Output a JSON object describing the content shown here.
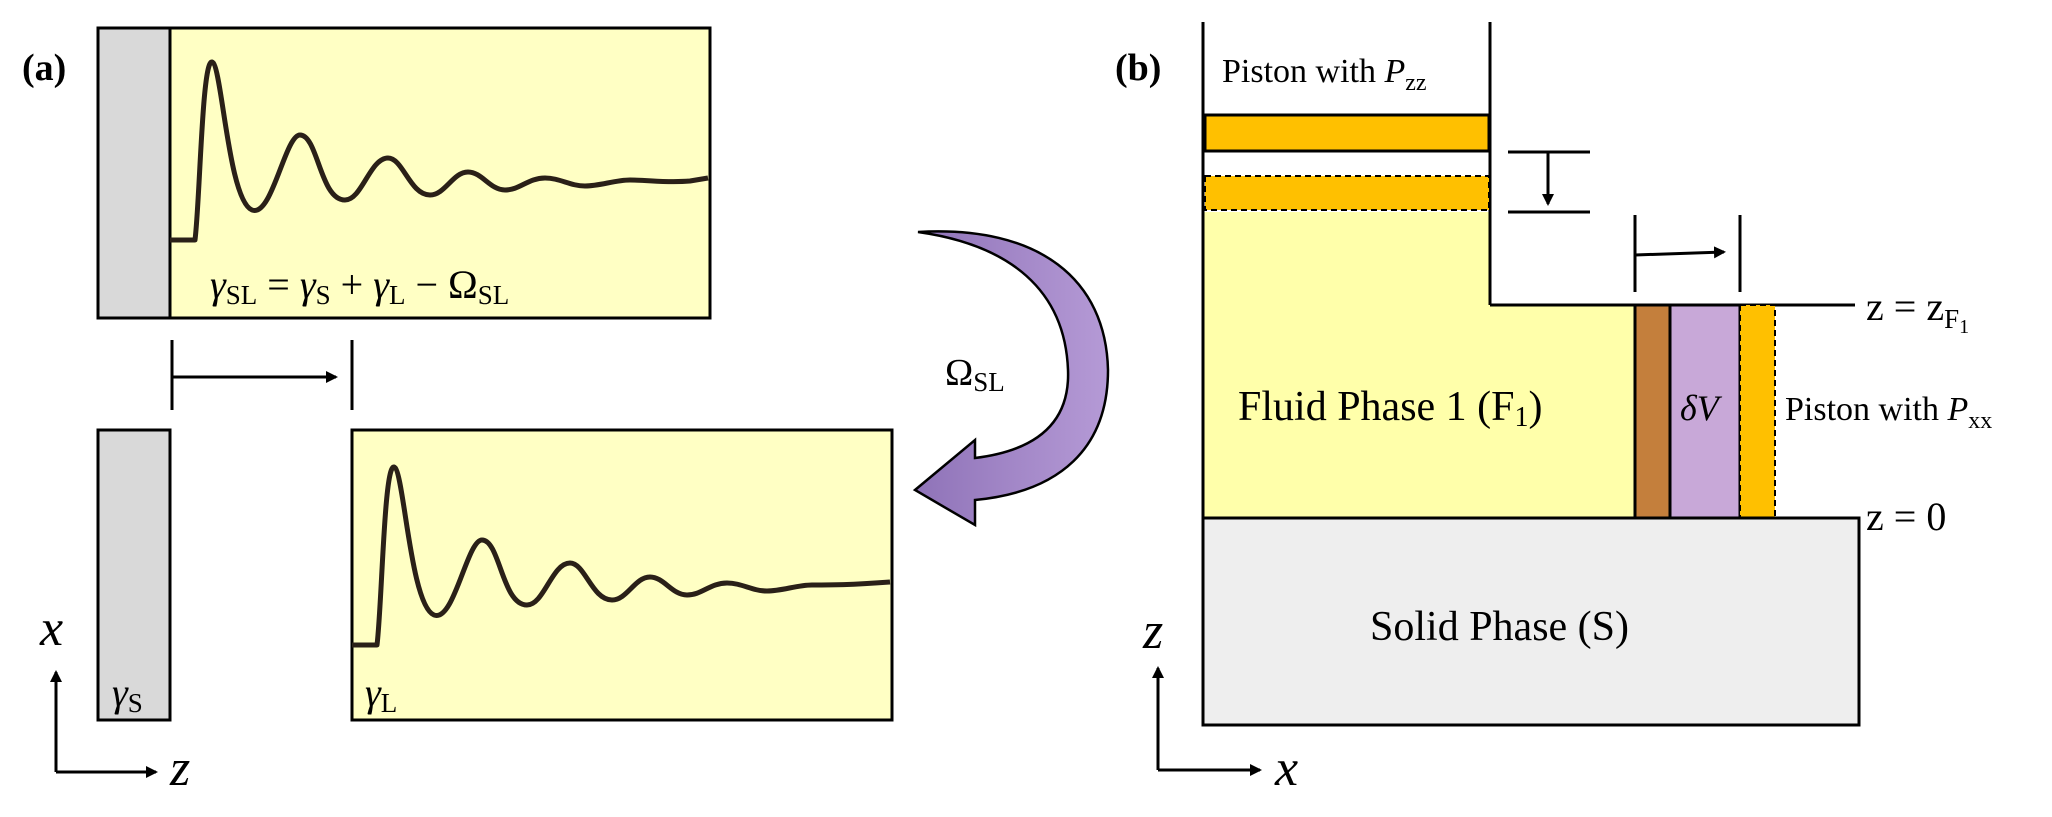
{
  "panel_a": {
    "label": "(a)",
    "top_equation": {
      "g1": "γ",
      "s1": "SL",
      "eq": " = ",
      "g2": "γ",
      "s2": "S",
      "plus": " + ",
      "g3": "γ",
      "s3": "L",
      "minus": " − ",
      "omega": "Ω",
      "s4": "SL"
    },
    "solid_label": {
      "g": "γ",
      "sub": "S"
    },
    "liquid_label": {
      "g": "γ",
      "sub": "L"
    },
    "axis_x": "x",
    "axis_z": "z",
    "arrow_label": {
      "omega": "Ω",
      "sub": "SL"
    }
  },
  "panel_b": {
    "label": "(b)",
    "piston_zz": {
      "text": "Piston with ",
      "P": "P",
      "sub": "zz"
    },
    "piston_xx": {
      "text": "Piston with ",
      "P": "P",
      "sub": "xx"
    },
    "fluid": {
      "text": "Fluid Phase 1 (F",
      "sub": "1",
      "close": ")"
    },
    "dv": {
      "delta": "δ",
      "V": "V"
    },
    "solid": "Solid Phase (S)",
    "z_f1": {
      "lhs": "z = z",
      "sub": "F",
      "subsub": "1"
    },
    "z0": "z = 0",
    "axis_z": "z",
    "axis_x": "x"
  },
  "colors": {
    "fluid_yellow": "#ffffaa",
    "box_yellow": "#ffffc4",
    "solid_gray": "#d9d9d9",
    "solid_lightgray": "#eeeeee",
    "piston_orange": "#ffc000",
    "wall_brown": "#c47f3c",
    "dv_purple": "#c8a8d8",
    "arrow_purple": "#9b7fc0",
    "curve": "#2a2018"
  }
}
